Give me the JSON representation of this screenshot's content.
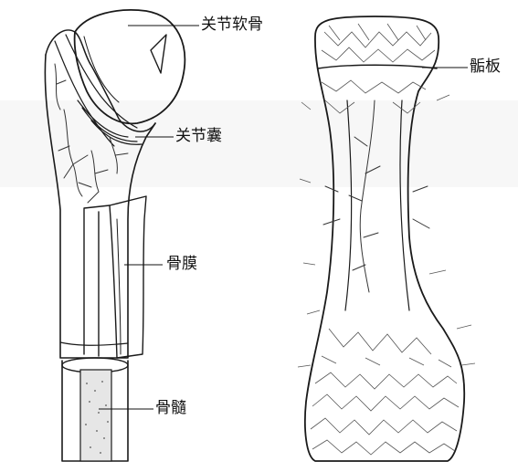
{
  "labels": {
    "articular_cartilage": "关节软骨",
    "joint_capsule": "关节囊",
    "periosteum": "骨膜",
    "bone_marrow": "骨髓",
    "epiphyseal_plate": "骺板"
  },
  "colors": {
    "ink": "#1a1a1a",
    "paper": "#ffffff",
    "marrow": "#e9e9e9",
    "section_bg": "#f4f4f4"
  }
}
